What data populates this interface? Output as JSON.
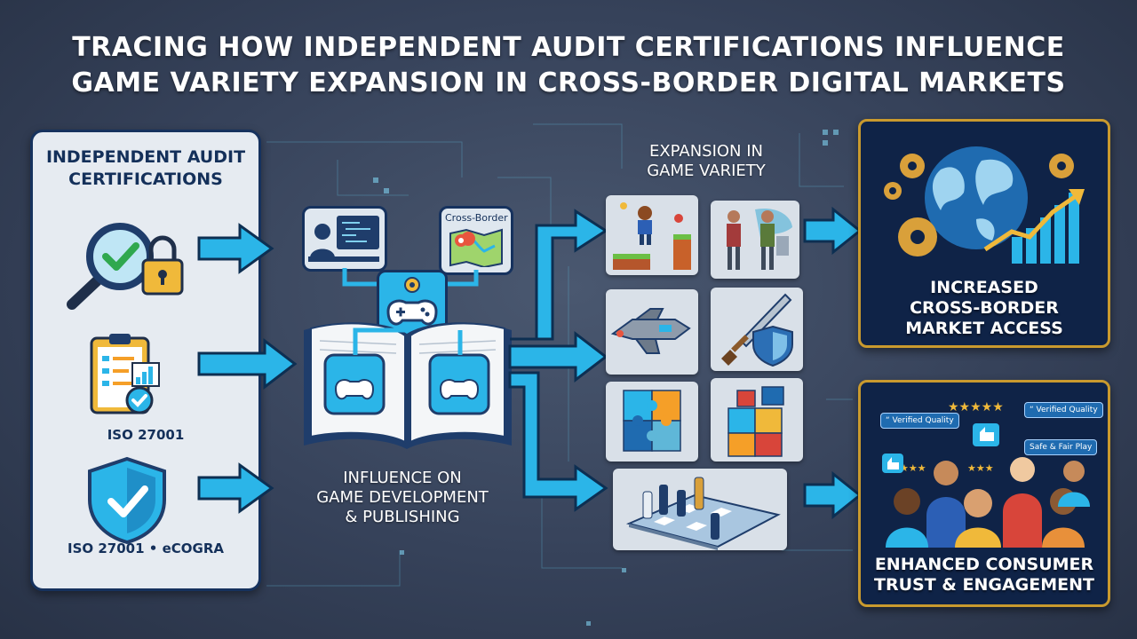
{
  "title": {
    "line1": "TRACING HOW INDEPENDENT AUDIT CERTIFICATIONS INFLUENCE",
    "line2": "GAME VARIETY EXPANSION IN CROSS-BORDER DIGITAL MARKETS"
  },
  "left_panel": {
    "heading_line1": "INDEPENDENT AUDIT",
    "heading_line2": "CERTIFICATIONS",
    "items": [
      {
        "icon": "magnifier-lock-icon",
        "label": ""
      },
      {
        "icon": "clipboard-check-icon",
        "label": "ISO 27001"
      },
      {
        "icon": "shield-check-icon",
        "label": "ISO 27001 • eCOGRA"
      }
    ]
  },
  "center": {
    "label_line1": "INFLUENCE ON",
    "label_line2": "GAME DEVELOPMENT",
    "label_line3": "& PUBLISHING",
    "cross_border_card": "Cross-Border",
    "icons": [
      "developer-icon",
      "map-icon",
      "gamepad-icon",
      "book-icon"
    ]
  },
  "variety": {
    "label_line1": "EXPANSION IN",
    "label_line2": "GAME VARIETY",
    "tiles": [
      {
        "icon": "platformer-icon"
      },
      {
        "icon": "adventure-icon"
      },
      {
        "icon": "spaceship-icon"
      },
      {
        "icon": "sword-shield-icon"
      },
      {
        "icon": "puzzle-icon"
      },
      {
        "icon": "puzzle-cube-icon"
      },
      {
        "icon": "chess-board-icon"
      }
    ]
  },
  "outcomes": [
    {
      "line1": "INCREASED",
      "line2": "CROSS-BORDER",
      "line3": "MARKET ACCESS"
    },
    {
      "line1": "ENHANCED CONSUMER",
      "line2": "TRUST & ENGAGEMENT"
    }
  ],
  "trust_bubbles": {
    "b1": "“ Verified Quality",
    "b2": "“ Verified Quality",
    "b3": "Safe & Fair Play"
  },
  "colors": {
    "background": "#3a465d",
    "arrow": "#2bb5e8",
    "panel_border": "#16325e",
    "outcome_border": "#c99a2e",
    "outcome_fill": "#0f2347"
  }
}
